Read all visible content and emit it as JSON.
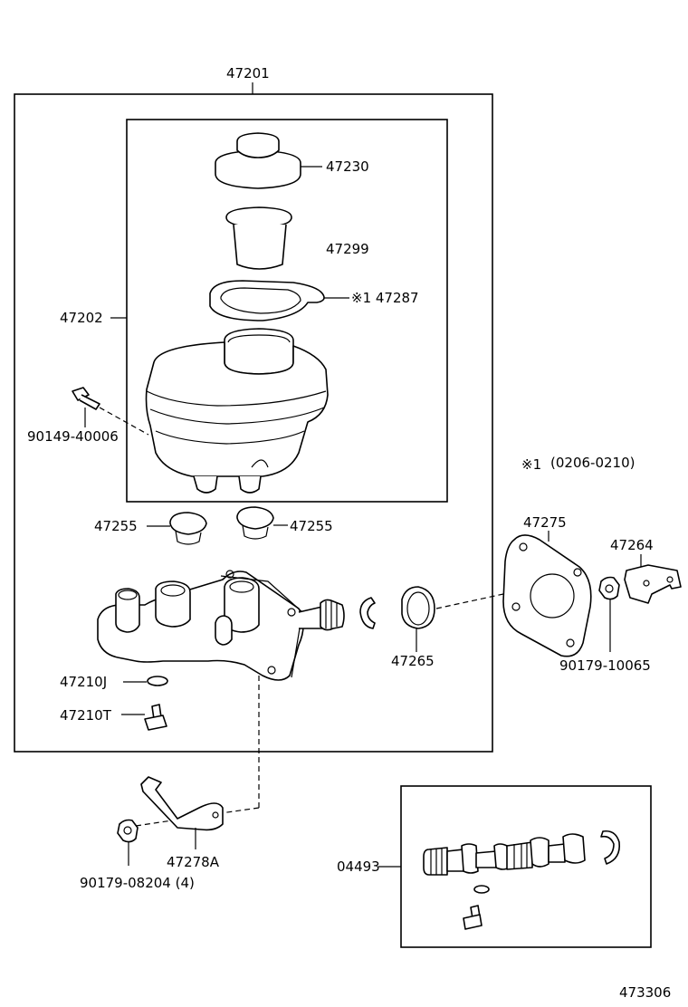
{
  "assembly": "47201",
  "reservoir_group": "47202",
  "footnote": {
    "mark": "※1",
    "range": "(0206-0210)"
  },
  "drawing_number": "473306",
  "labels": {
    "cap": "47230",
    "strainer": "47299",
    "gasket": "※1 47287",
    "bolt": "90149-40006",
    "grommet_left": "47255",
    "grommet_right": "47255",
    "plate": "47275",
    "clevis": "47264",
    "nut_clevis": "90179-10065",
    "seal": "47265",
    "washer": "47210J",
    "bleeder": "47210T",
    "bracket": "47278A",
    "nut_bracket": "90179-08204 (4)",
    "kit": "04493"
  }
}
